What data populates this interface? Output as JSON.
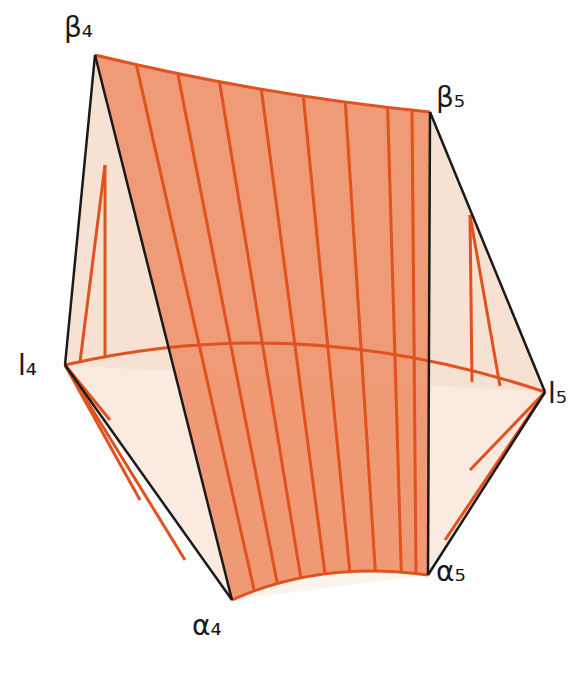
{
  "diagram": {
    "labels": [
      "β₄",
      "β₅",
      "l₄",
      "l₅",
      "α₄",
      "α₅"
    ]
  }
}
